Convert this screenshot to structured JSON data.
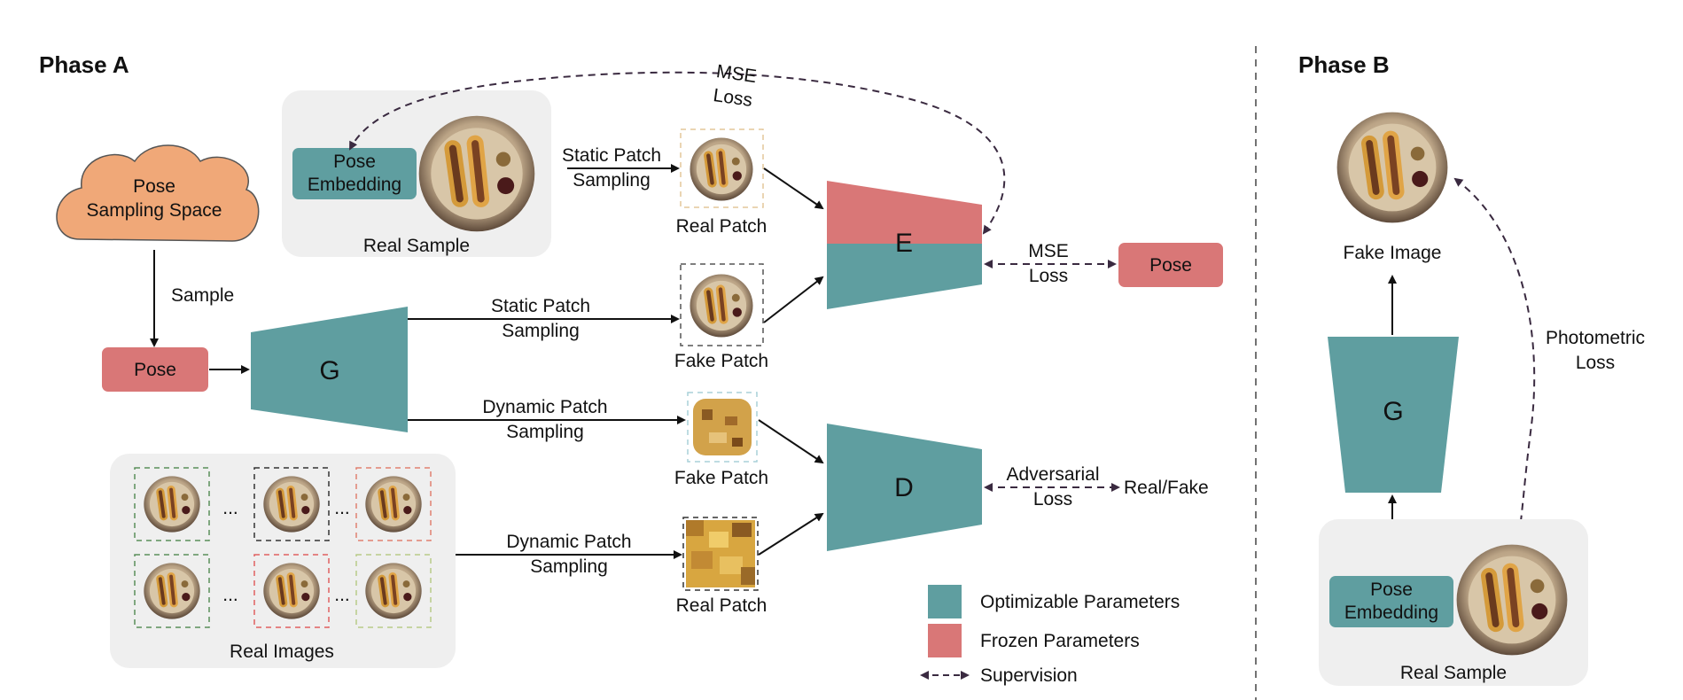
{
  "phase_a": {
    "title": "Phase A",
    "cloud": {
      "line1": "Pose",
      "line2": "Sampling Space"
    },
    "sample_label": "Sample",
    "pose_box": "Pose",
    "generator": "G",
    "encoder": "E",
    "discriminator": "D",
    "real_sample_group": {
      "embedding_line1": "Pose",
      "embedding_line2": "Embedding",
      "caption": "Real Sample"
    },
    "top_static": {
      "line1": "Static Patch",
      "line2": "Sampling"
    },
    "mid_static": {
      "line1": "Static Patch",
      "line2": "Sampling"
    },
    "dynamic_from_g": {
      "line1": "Dynamic Patch",
      "line2": "Sampling"
    },
    "dynamic_from_real": {
      "line1": "Dynamic Patch",
      "line2": "Sampling"
    },
    "patches": {
      "real_top": "Real Patch",
      "fake_mid": "Fake Patch",
      "fake_dynamic": "Fake Patch",
      "real_dynamic": "Real Patch"
    },
    "mse_top": {
      "line1": "MSE",
      "line2": "Loss"
    },
    "mse_right": {
      "line1": "MSE",
      "line2": "Loss"
    },
    "pose_target": "Pose",
    "adversarial": {
      "line1": "Adversarial",
      "line2": "Loss"
    },
    "real_fake": "Real/Fake",
    "real_images_caption": "Real Images",
    "ellipsis": "..."
  },
  "legend": {
    "optimizable": "Optimizable Parameters",
    "frozen": "Frozen Parameters",
    "supervision": "Supervision"
  },
  "phase_b": {
    "title": "Phase B",
    "fake_image": "Fake Image",
    "generator": "G",
    "photometric": {
      "line1": "Photometric",
      "line2": "Loss"
    },
    "embedding_line1": "Pose",
    "embedding_line2": "Embedding",
    "caption": "Real Sample"
  },
  "colors": {
    "teal": "#5f9ea0",
    "red": "#d97777",
    "orange": "#f0a878",
    "panel": "#efefef",
    "arrow": "#111111",
    "dashed": "#3a2a40"
  }
}
